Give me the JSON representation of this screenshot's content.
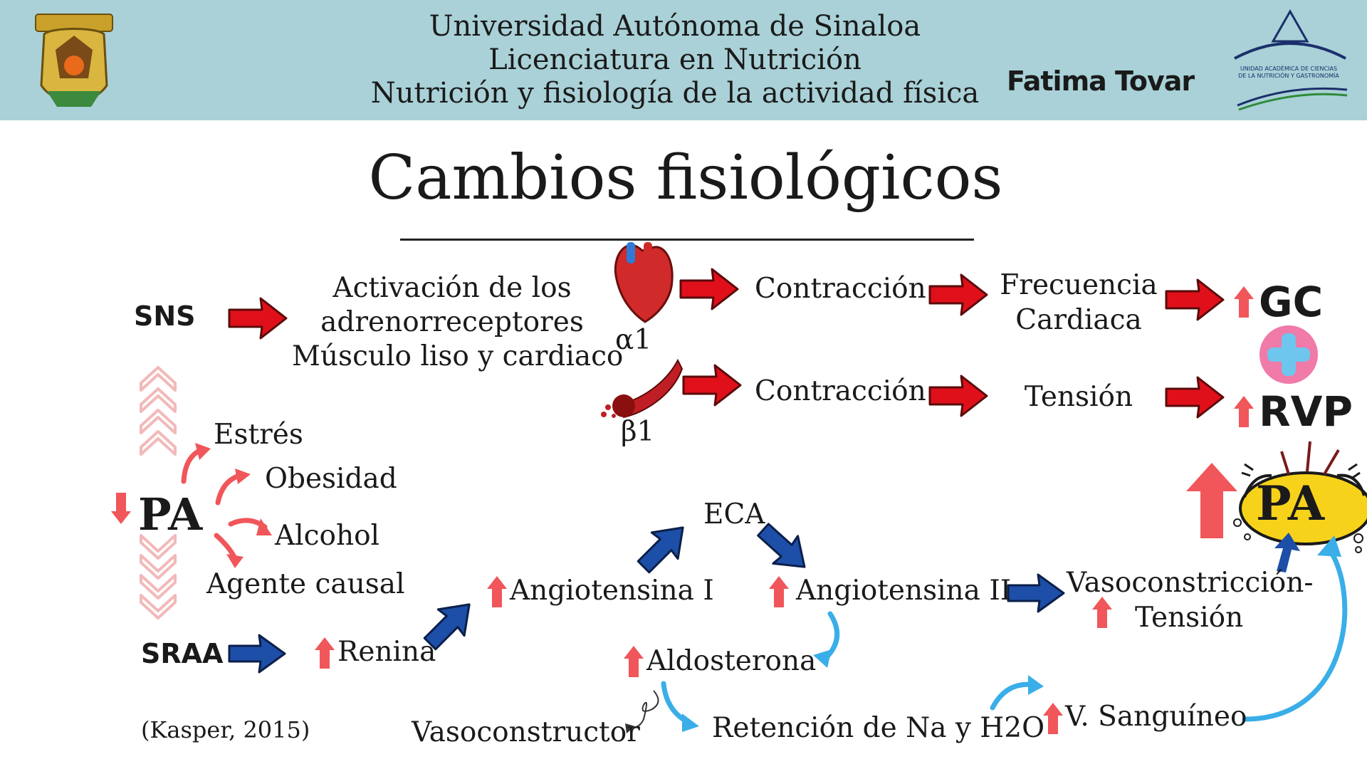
{
  "header": {
    "line1": "Universidad Autónoma de Sinaloa",
    "line2": "Licenciatura en Nutrición",
    "line3": "Nutrición y fisiología de la actividad física",
    "author": "Fatima Tovar",
    "logo_right_text": "UNIDAD ACADÉMICA DE CIENCIAS DE LA NUTRICIÓN Y GASTRONOMÍA"
  },
  "title": "Cambios fisiológicos",
  "nodes": {
    "sns": "SNS",
    "activation_1": "Activación de los",
    "activation_2": "adrenorreceptores",
    "activation_3": "Músculo liso y cardiaco",
    "alpha": "α1",
    "beta": "β1",
    "contraction_top": "Contracción",
    "contraction_bottom": "Contracción",
    "heart_rate_1": "Frecuencia",
    "heart_rate_2": "Cardiaca",
    "tension": "Tensión",
    "gc": "GC",
    "rvp": "RVP",
    "pa_left": "PA",
    "pa_right": "PA",
    "stress": "Estrés",
    "obesity": "Obesidad",
    "alcohol": "Alcohol",
    "causal_agent": "Agente causal",
    "sraa": "SRAA",
    "renin": "Renina",
    "angiotensin_1": "Angiotensina I",
    "eca": "ECA",
    "angiotensin_2": "Angiotensina II",
    "vasoconstriction_1": "Vasoconstricción-",
    "vasoconstriction_2": "Tensión",
    "aldosterone": "Aldosterona",
    "vasoconstrictor": "Vasoconstructor",
    "retention": "Retención de Na y H2O",
    "blood_volume": "V. Sanguíneo",
    "citation": "(Kasper, 2015)"
  },
  "colors": {
    "header_bg": "#a9d1d7",
    "red_arrow": "#e0101a",
    "blue_arrow": "#1d4fa8",
    "light_blue_arrow": "#3aaee8",
    "up_arrow": "#f0565a",
    "pa_yellow": "#f7d21a",
    "plus_pink": "#f07aa8",
    "plus_blue": "#6ec6ee"
  }
}
